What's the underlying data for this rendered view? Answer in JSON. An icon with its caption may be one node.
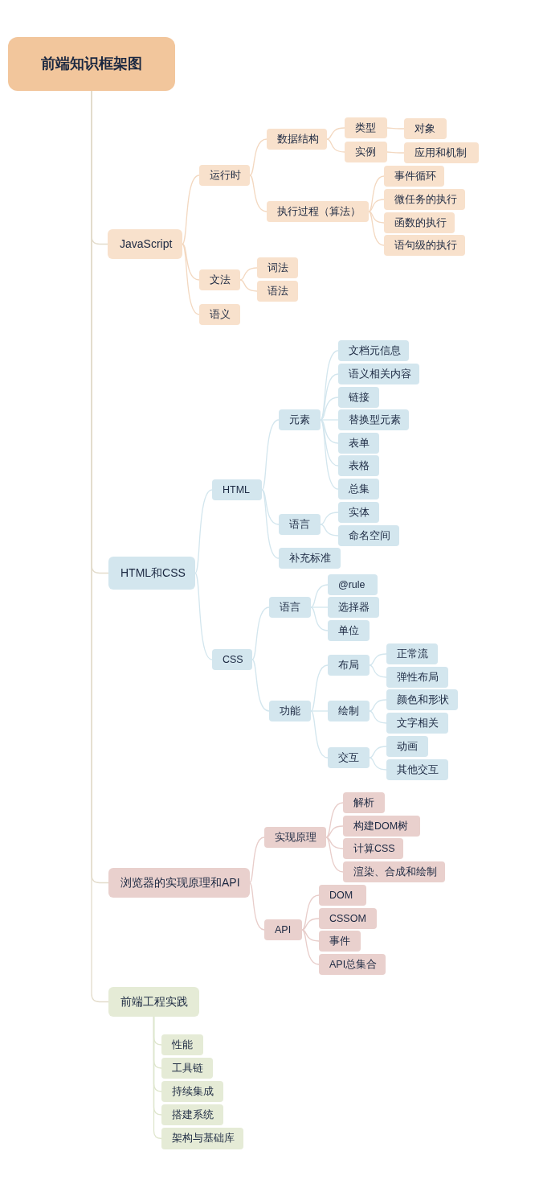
{
  "diagram": {
    "nodes": [
      {
        "text": [
          "前端知识框架图"
        ]
      },
      {
        "text": [
          "JavaScript"
        ]
      },
      {
        "text": [
          "运行时"
        ]
      },
      {
        "text": [
          "数据结构"
        ]
      },
      {
        "text": [
          "类型"
        ]
      },
      {
        "text": [
          "对象"
        ]
      },
      {
        "text": [
          "实例"
        ]
      },
      {
        "text": [
          "应用和机制"
        ]
      },
      {
        "text": [
          "执行过程（算法）"
        ]
      },
      {
        "text": [
          "事件循环"
        ]
      },
      {
        "text": [
          "微任务的执行"
        ]
      },
      {
        "text": [
          "函数的执行"
        ]
      },
      {
        "text": [
          "语句级的执行"
        ]
      },
      {
        "text": [
          "文法"
        ]
      },
      {
        "text": [
          "词法"
        ]
      },
      {
        "text": [
          "语法"
        ]
      },
      {
        "text": [
          "语义"
        ]
      },
      {
        "text": [
          "HTML和CSS"
        ]
      },
      {
        "text": [
          "HTML"
        ]
      },
      {
        "text": [
          "元素"
        ]
      },
      {
        "text": [
          "文档元信息"
        ]
      },
      {
        "text": [
          "语义相关内容"
        ]
      },
      {
        "text": [
          "链接"
        ]
      },
      {
        "text": [
          "替换型元素"
        ]
      },
      {
        "text": [
          "表单"
        ]
      },
      {
        "text": [
          "表格"
        ]
      },
      {
        "text": [
          "总集"
        ]
      },
      {
        "text": [
          "语言"
        ]
      },
      {
        "text": [
          "实体"
        ]
      },
      {
        "text": [
          "命名空间"
        ]
      },
      {
        "text": [
          "补充标准"
        ]
      },
      {
        "text": [
          "CSS"
        ]
      },
      {
        "text": [
          "语言"
        ]
      },
      {
        "text": [
          "@rule"
        ]
      },
      {
        "text": [
          "选择器"
        ]
      },
      {
        "text": [
          "单位"
        ]
      },
      {
        "text": [
          "功能"
        ]
      },
      {
        "text": [
          "布局"
        ]
      },
      {
        "text": [
          "正常流"
        ]
      },
      {
        "text": [
          "弹性布局"
        ]
      },
      {
        "text": [
          "绘制"
        ]
      },
      {
        "text": [
          "颜色和形状"
        ]
      },
      {
        "text": [
          "文字相关"
        ]
      },
      {
        "text": [
          "交互"
        ]
      },
      {
        "text": [
          "动画"
        ]
      },
      {
        "text": [
          "其他交互"
        ]
      },
      {
        "text": [
          "浏览器的实现原理和API"
        ]
      },
      {
        "text": [
          "实现原理"
        ]
      },
      {
        "text": [
          "解析"
        ]
      },
      {
        "text": [
          "构建DOM树"
        ]
      },
      {
        "text": [
          "计算CSS"
        ]
      },
      {
        "text": [
          "渲染、合成和绘制"
        ]
      },
      {
        "text": [
          "API"
        ]
      },
      {
        "text": [
          "DOM"
        ]
      },
      {
        "text": [
          "CSSOM"
        ]
      },
      {
        "text": [
          "事件"
        ]
      },
      {
        "text": [
          "API总集合"
        ]
      },
      {
        "text": [
          "前端工程实践"
        ]
      },
      {
        "text": [
          "性能"
        ]
      },
      {
        "text": [
          "工具链"
        ]
      },
      {
        "text": [
          "持续集成"
        ]
      },
      {
        "text": [
          "搭建系统"
        ]
      },
      {
        "text": [
          "架构与基础库"
        ]
      }
    ],
    "edges": [
      {
        "from": 0,
        "to": 1,
        "arrow": "none",
        "color": "#e3dccb"
      },
      {
        "from": 1,
        "to": 2,
        "arrow": "none",
        "color": "#f3d8c0"
      },
      {
        "from": 2,
        "to": 3,
        "arrow": "none",
        "color": "#f3d8c0"
      },
      {
        "from": 3,
        "to": 4,
        "arrow": "none",
        "color": "#f3d8c0"
      },
      {
        "from": 4,
        "to": 5,
        "arrow": "none",
        "color": "#f3d8c0"
      },
      {
        "from": 3,
        "to": 6,
        "arrow": "none",
        "color": "#f3d8c0"
      },
      {
        "from": 6,
        "to": 7,
        "arrow": "none",
        "color": "#f3d8c0"
      },
      {
        "from": 2,
        "to": 8,
        "arrow": "none",
        "color": "#f3d8c0"
      },
      {
        "from": 8,
        "to": 9,
        "arrow": "none",
        "color": "#f3d8c0"
      },
      {
        "from": 8,
        "to": 10,
        "arrow": "none",
        "color": "#f3d8c0"
      },
      {
        "from": 8,
        "to": 11,
        "arrow": "none",
        "color": "#f3d8c0"
      },
      {
        "from": 8,
        "to": 12,
        "arrow": "none",
        "color": "#f3d8c0"
      },
      {
        "from": 1,
        "to": 13,
        "arrow": "none",
        "color": "#f3d8c0"
      },
      {
        "from": 13,
        "to": 14,
        "arrow": "none",
        "color": "#f3d8c0"
      },
      {
        "from": 13,
        "to": 15,
        "arrow": "none",
        "color": "#f3d8c0"
      },
      {
        "from": 1,
        "to": 16,
        "arrow": "none",
        "color": "#f3d8c0"
      },
      {
        "from": 0,
        "to": 17,
        "arrow": "none",
        "color": "#e3dccb"
      },
      {
        "from": 17,
        "to": 18,
        "arrow": "none"
      },
      {
        "from": 18,
        "to": 19,
        "arrow": "none"
      },
      {
        "from": 19,
        "to": 20,
        "arrow": "none"
      },
      {
        "from": 19,
        "to": 21,
        "arrow": "none"
      },
      {
        "from": 19,
        "to": 22,
        "arrow": "none"
      },
      {
        "from": 19,
        "to": 23,
        "arrow": "none"
      },
      {
        "from": 19,
        "to": 24,
        "arrow": "none"
      },
      {
        "from": 19,
        "to": 25,
        "arrow": "none"
      },
      {
        "from": 19,
        "to": 26,
        "arrow": "none"
      },
      {
        "from": 18,
        "to": 27,
        "arrow": "none"
      },
      {
        "from": 27,
        "to": 28,
        "arrow": "none"
      },
      {
        "from": 27,
        "to": 29,
        "arrow": "none"
      },
      {
        "from": 18,
        "to": 30,
        "arrow": "none"
      },
      {
        "from": 17,
        "to": 31,
        "arrow": "none"
      },
      {
        "from": 31,
        "to": 32,
        "arrow": "none"
      },
      {
        "from": 32,
        "to": 33,
        "arrow": "none"
      },
      {
        "from": 32,
        "to": 34,
        "arrow": "none"
      },
      {
        "from": 32,
        "to": 35,
        "arrow": "none"
      },
      {
        "from": 31,
        "to": 36,
        "arrow": "none"
      },
      {
        "from": 36,
        "to": 37,
        "arrow": "none"
      },
      {
        "from": 37,
        "to": 38,
        "arrow": "none"
      },
      {
        "from": 37,
        "to": 39,
        "arrow": "none"
      },
      {
        "from": 36,
        "to": 40,
        "arrow": "none"
      },
      {
        "from": 40,
        "to": 41,
        "arrow": "none"
      },
      {
        "from": 40,
        "to": 42,
        "arrow": "none"
      },
      {
        "from": 36,
        "to": 43,
        "arrow": "none"
      },
      {
        "from": 43,
        "to": 44,
        "arrow": "none"
      },
      {
        "from": 43,
        "to": 45,
        "arrow": "none"
      },
      {
        "from": 0,
        "to": 46,
        "arrow": "none",
        "color": "#e3dccb"
      },
      {
        "from": 46,
        "to": 47,
        "arrow": "none",
        "color": "#e8cdca"
      },
      {
        "from": 47,
        "to": 48,
        "arrow": "none",
        "color": "#e8cdca"
      },
      {
        "from": 47,
        "to": 49,
        "arrow": "none",
        "color": "#e8cdca"
      },
      {
        "from": 47,
        "to": 50,
        "arrow": "none",
        "color": "#e8cdca"
      },
      {
        "from": 47,
        "to": 51,
        "arrow": "none",
        "color": "#e8cdca"
      },
      {
        "from": 46,
        "to": 52,
        "arrow": "none",
        "color": "#e8cdca"
      },
      {
        "from": 52,
        "to": 53,
        "arrow": "none",
        "color": "#e8cdca"
      },
      {
        "from": 52,
        "to": 54,
        "arrow": "none",
        "color": "#e8cdca"
      },
      {
        "from": 52,
        "to": 55,
        "arrow": "none",
        "color": "#e8cdca"
      },
      {
        "from": 52,
        "to": 56,
        "arrow": "none",
        "color": "#e8cdca"
      },
      {
        "from": 0,
        "to": 57,
        "arrow": "none",
        "color": "#e3dccb"
      },
      {
        "from": 57,
        "to": 58,
        "arrow": "none",
        "color": "#dfe6cd"
      },
      {
        "from": 57,
        "to": 59,
        "arrow": "none",
        "color": "#dfe6cd"
      },
      {
        "from": 57,
        "to": 60,
        "arrow": "none",
        "color": "#dfe6cd"
      },
      {
        "from": 57,
        "to": 61,
        "arrow": "none",
        "color": "#dfe6cd"
      },
      {
        "from": 57,
        "to": 62,
        "arrow": "none",
        "color": "#dfe6cd"
      }
    ]
  }
}
